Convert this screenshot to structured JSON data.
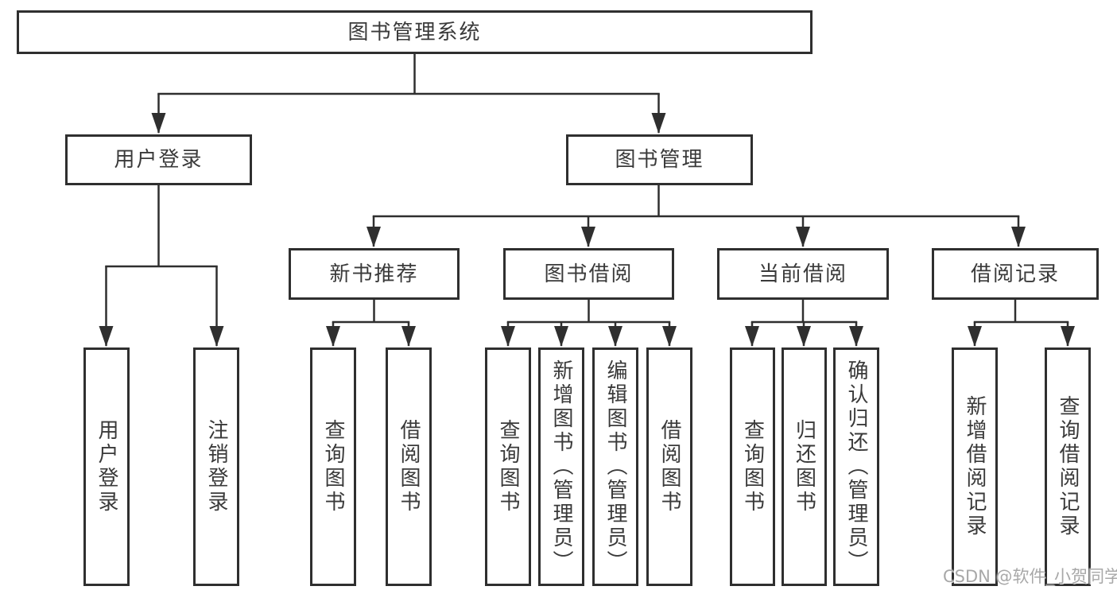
{
  "page": {
    "background": "#ffffff"
  },
  "diagram": {
    "title_node": "图书管理系统",
    "colors": {
      "line": "#2f2f2f",
      "box_border": "#2f2f2f",
      "box_fill": "#ffffff",
      "text": "#3a3a3a"
    },
    "root": {
      "label": "图书管理系统"
    },
    "level2": [
      {
        "id": "user-login",
        "label": "用户登录"
      },
      {
        "id": "book-management",
        "label": "图书管理"
      }
    ],
    "level3": [
      {
        "id": "new-book-recommend",
        "parent": "图书管理",
        "label": "新书推荐"
      },
      {
        "id": "book-borrowing",
        "parent": "图书管理",
        "label": "图书借阅"
      },
      {
        "id": "current-borrowing",
        "parent": "图书管理",
        "label": "当前借阅"
      },
      {
        "id": "borrowing-records",
        "parent": "图书管理",
        "label": "借阅记录"
      }
    ],
    "leaves": [
      {
        "parent": "用户登录",
        "label": "用户登录"
      },
      {
        "parent": "用户登录",
        "label": "注销登录"
      },
      {
        "parent": "新书推荐",
        "label": "查询图书"
      },
      {
        "parent": "新书推荐",
        "label": "借阅图书"
      },
      {
        "parent": "图书借阅",
        "label": "查询图书"
      },
      {
        "parent": "图书借阅",
        "label": "新增图书（管理员）"
      },
      {
        "parent": "图书借阅",
        "label": "编辑图书（管理员）"
      },
      {
        "parent": "图书借阅",
        "label": "借阅图书"
      },
      {
        "parent": "当前借阅",
        "label": "查询图书"
      },
      {
        "parent": "当前借阅",
        "label": "归还图书"
      },
      {
        "parent": "当前借阅",
        "label": "确认归还（管理员）"
      },
      {
        "parent": "借阅记录",
        "label": "新增借阅记录"
      },
      {
        "parent": "借阅记录",
        "label": "查询借阅记录"
      }
    ]
  },
  "watermark": {
    "text": "CSDN @软件_小贺同学",
    "color": "#a8a8a8"
  }
}
